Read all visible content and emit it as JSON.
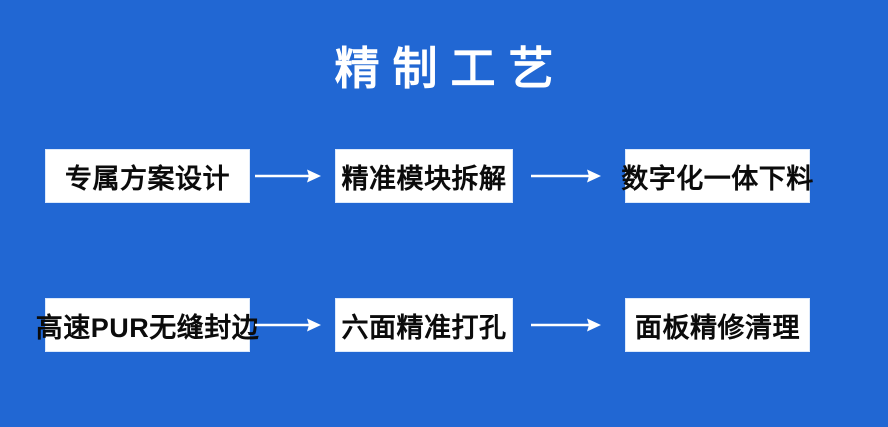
{
  "theme": {
    "background_color": "#2167d3",
    "box_fill_color": "#ffffff",
    "box_text_color": "#0b0b0b",
    "title_color": "#ffffff",
    "arrow_color": "#ffffff"
  },
  "title": "精制工艺",
  "flow": {
    "rows": [
      {
        "steps": [
          {
            "label": "专属方案设计"
          },
          {
            "label": "精准模块拆解"
          },
          {
            "label": "数字化一体下料"
          }
        ],
        "connectors": [
          {
            "icon": "arrow-right-icon"
          },
          {
            "icon": "arrow-right-icon"
          }
        ]
      },
      {
        "steps": [
          {
            "label": "高速PUR无缝封边"
          },
          {
            "label": "六面精准打孔"
          },
          {
            "label": "面板精修清理"
          }
        ],
        "connectors": [
          {
            "icon": "arrow-right-icon"
          },
          {
            "icon": "arrow-right-icon"
          }
        ]
      }
    ]
  }
}
